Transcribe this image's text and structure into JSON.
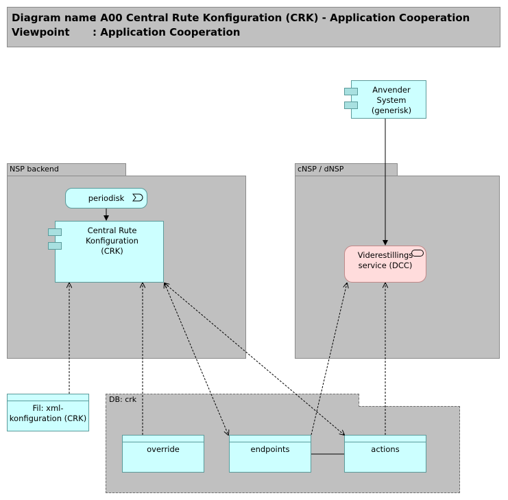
{
  "header": {
    "diagram_label": "Diagram name",
    "diagram_value": ": A00 Central Rute Konfiguration (CRK) - Application Cooperation",
    "viewpoint_label": "Viewpoint",
    "viewpoint_value": ": Application Cooperation"
  },
  "groups": {
    "nsp_backend": "NSP backend",
    "cnsp_dnsp": "cNSP / dNSP",
    "db_crk": "DB: crk"
  },
  "elements": {
    "anvender_line1": "Anvender System",
    "anvender_line2": "(generisk)",
    "periodisk": "periodisk",
    "crk_line1": "Central Rute Konfiguration",
    "crk_line2": "(CRK)",
    "dcc_line1": "Viderestillings",
    "dcc_line2": "service (DCC)",
    "fil_line1": "Fil: xml-",
    "fil_line2": "konfiguration (CRK)",
    "override": "override",
    "endpoints": "endpoints",
    "actions": "actions"
  },
  "colors": {
    "group_fill": "#c0c0c0",
    "application": "#ccffff",
    "technology_service": "#ffdcdc"
  }
}
